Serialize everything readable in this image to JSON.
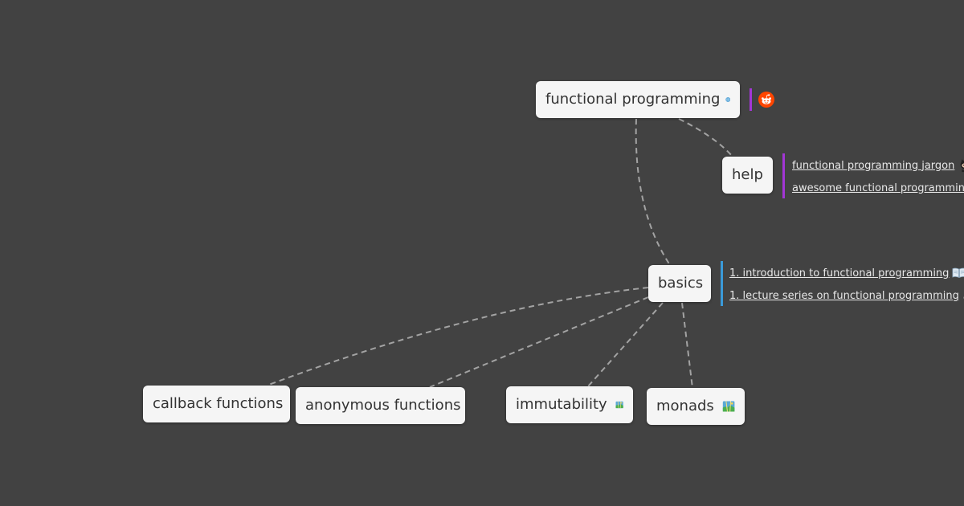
{
  "nodes": {
    "root": {
      "label": "functional programming",
      "icon": "globe-icon"
    },
    "help": {
      "label": "help"
    },
    "basics": {
      "label": "basics"
    },
    "callback": {
      "label": "callback functions"
    },
    "anonymous": {
      "label": "anonymous functions"
    },
    "immutability": {
      "label": "immutability",
      "icon": "map-icon"
    },
    "monads": {
      "label": "monads",
      "icon": "map-icon"
    }
  },
  "root_links": [
    {
      "icon": "reddit-icon"
    }
  ],
  "help_links": [
    {
      "label": "functional programming jargon",
      "icon": "github-icon"
    },
    {
      "label": "awesome functional programming"
    }
  ],
  "basics_links": [
    {
      "label": "1. introduction to functional programming",
      "icon": "book-icon"
    },
    {
      "label": "1. lecture series on functional programming",
      "icon": "link-icon"
    }
  ],
  "colors": {
    "background": "#424242",
    "node": "#f5f5f5",
    "edge": "#a3a3a3",
    "help_accent": "#a336d6",
    "basics_accent": "#3a9ad9",
    "reddit": "#ff4500"
  }
}
